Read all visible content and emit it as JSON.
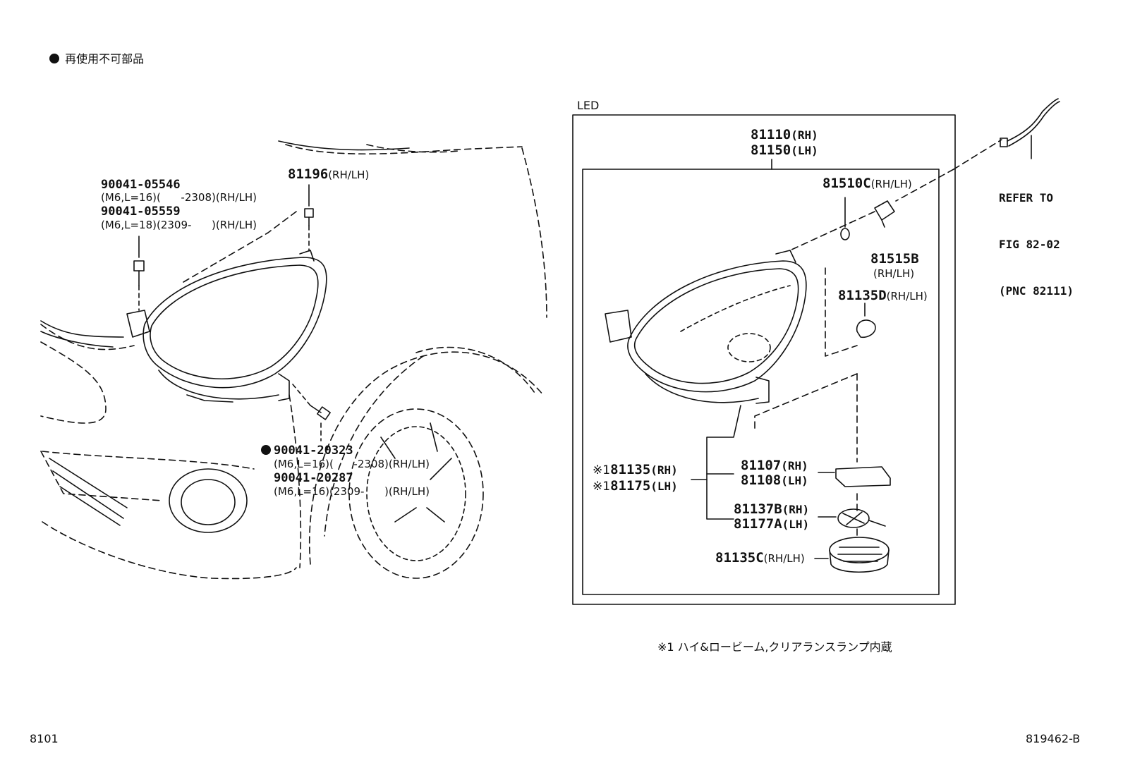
{
  "legend": {
    "text": "再使用不可部品"
  },
  "led_label": "LED",
  "parts": {
    "p81110": {
      "number": "81110",
      "side": "(RH)"
    },
    "p81150": {
      "number": "81150",
      "side": "(LH)"
    },
    "p81196": {
      "number": "81196",
      "side": "(RH/LH)"
    },
    "p90041_05546": {
      "number": "90041-05546",
      "spec": "(M6,L=16)(      -2308)(RH/LH)"
    },
    "p90041_05559": {
      "number": "90041-05559",
      "spec": "(M6,L=18)(2309-      )(RH/LH)"
    },
    "p90041_20323": {
      "number": "90041-20323",
      "spec": "(M6,L=16)(      -2308)(RH/LH)"
    },
    "p90041_20287": {
      "number": "90041-20287",
      "spec": "(M6,L=16)(2309-      )(RH/LH)"
    },
    "p81510C": {
      "number": "81510C",
      "side": "(RH/LH)"
    },
    "p81515B": {
      "number": "81515B",
      "side": "(RH/LH)"
    },
    "p81135D": {
      "number": "81135D",
      "side": "(RH/LH)"
    },
    "p81135": {
      "mark": "※1",
      "number": "81135",
      "side": "(RH)"
    },
    "p81175": {
      "mark": "※1",
      "number": "81175",
      "side": "(LH)"
    },
    "p81107": {
      "number": "81107",
      "side": "(RH)"
    },
    "p81108": {
      "number": "81108",
      "side": "(LH)"
    },
    "p81137B": {
      "number": "81137B",
      "side": "(RH)"
    },
    "p81177A": {
      "number": "81177A",
      "side": "(LH)"
    },
    "p81135C": {
      "number": "81135C",
      "side": "(RH/LH)"
    }
  },
  "refer": {
    "line1": "REFER TO",
    "line2": "FIG 82-02",
    "line3": "(PNC 82111)"
  },
  "footnote": "※1 ハイ&ロービーム,クリアランスランプ内蔵",
  "figure_code": "8101",
  "illustration_code": "819462-B"
}
